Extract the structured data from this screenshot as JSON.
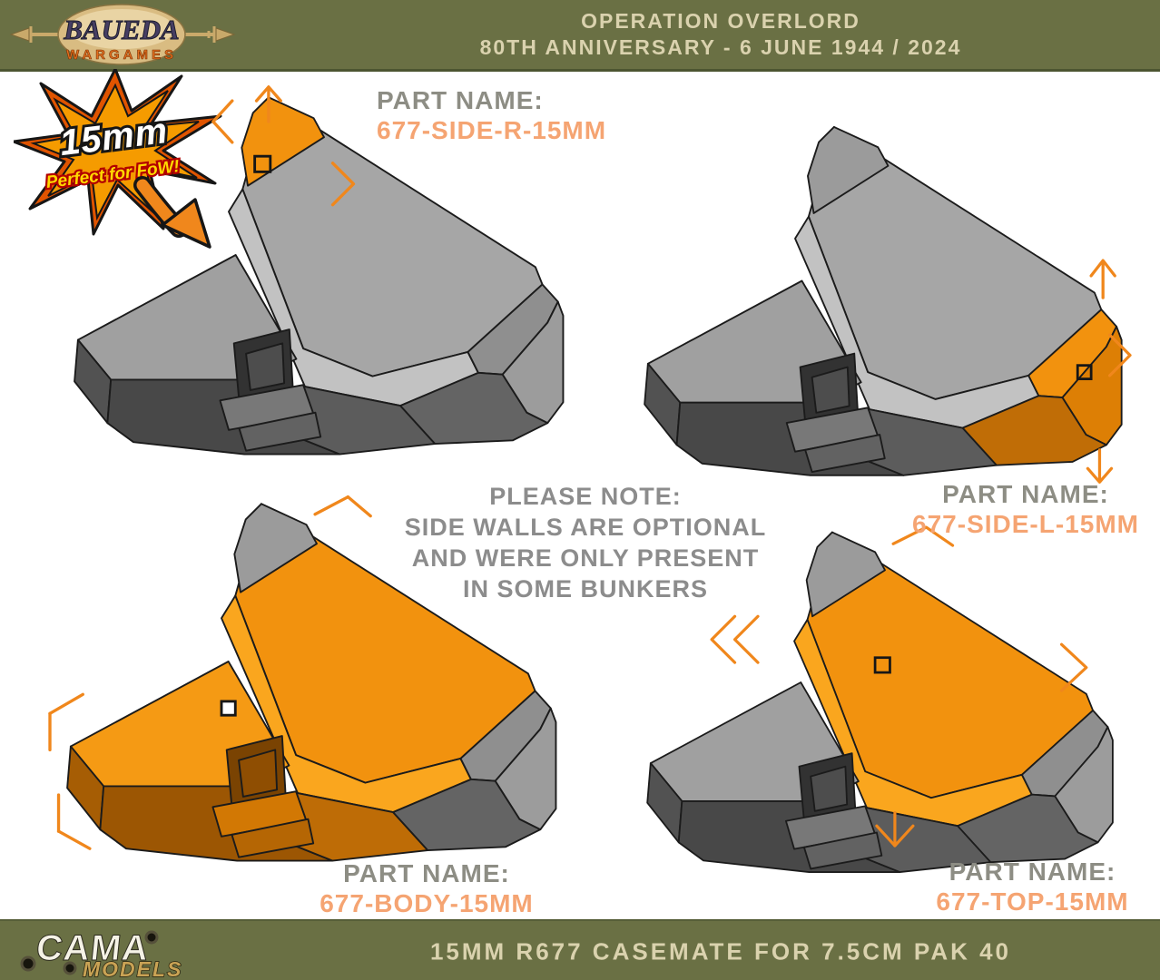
{
  "header": {
    "logo_primary": "BAUEDA",
    "logo_secondary": "WARGAMES",
    "title_line1": "OPERATION OVERLORD",
    "title_line2": "80TH ANNIVERSARY - 6 JUNE 1944 / 2024"
  },
  "badge": {
    "size": "15mm",
    "tagline": "Perfect for FoW!"
  },
  "note": {
    "line1": "PLEASE NOTE:",
    "line2": "SIDE WALLS ARE OPTIONAL",
    "line3": "AND WERE ONLY PRESENT",
    "line4": "IN SOME BUNKERS"
  },
  "parts": [
    {
      "label": "PART NAME:",
      "name": "677-SIDE-R-15MM"
    },
    {
      "label": "PART NAME:",
      "name": "677-SIDE-L-15MM"
    },
    {
      "label": "PART NAME:",
      "name": "677-BODY-15MM"
    },
    {
      "label": "PART NAME:",
      "name": "677-TOP-15MM"
    }
  ],
  "footer": {
    "logo_primary": "CAMA",
    "logo_secondary": "MODELS",
    "caption": "15MM R677 CASEMATE FOR 7.5CM PAK 40"
  },
  "colors": {
    "bar_olive": "#6A7044",
    "bar_text_cream": "#DAD2AE",
    "label_grey": "#8D8D84",
    "label_orange": "#F5A472",
    "model_orange": "#F2920E",
    "model_grey": "#8F8F8F",
    "dim_arrow_orange": "#F0871C"
  }
}
